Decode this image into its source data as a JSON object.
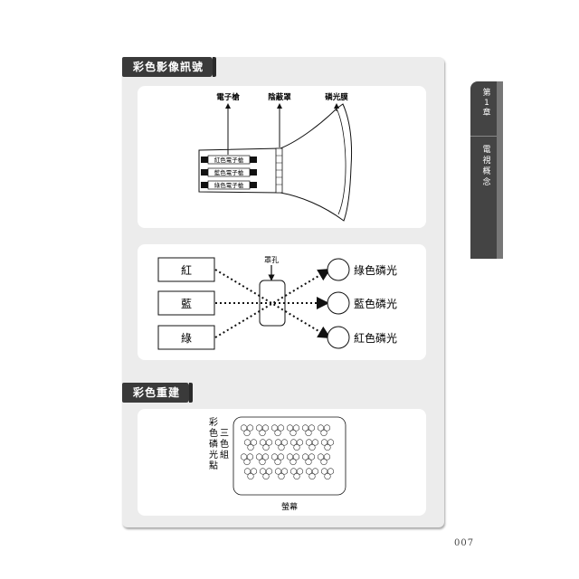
{
  "sections": {
    "color_signal": {
      "title": "彩色影像訊號"
    },
    "color_reconstruction": {
      "title": "彩色重建"
    }
  },
  "crt_diagram": {
    "label_gun": "電子槍",
    "label_mask": "陰蔽罩",
    "label_phosphor": "磷光膜",
    "gun_red": "紅色電子槍",
    "gun_blue": "藍色電子槍",
    "gun_green": "綠色電子槍"
  },
  "beam_diagram": {
    "input_red": "紅",
    "input_blue": "藍",
    "input_green": "綠",
    "aperture": "罩孔",
    "output_green": "綠色磷光",
    "output_blue": "藍色磷光",
    "output_red": "紅色磷光"
  },
  "screen_diagram": {
    "label_dots": [
      "彩",
      "色",
      "磷",
      "光",
      "點"
    ],
    "label_triad": [
      "三",
      "色",
      "組"
    ],
    "label_screen": "螢幕"
  },
  "side_tab": {
    "chapter": [
      "第",
      "1",
      "章"
    ],
    "chapter_title": [
      "電",
      "視",
      "概",
      "念"
    ]
  },
  "page_number": "007",
  "colors": {
    "tab_dark": "#3a3a3a",
    "panel": "#ececec",
    "side_tab": "#444444"
  }
}
